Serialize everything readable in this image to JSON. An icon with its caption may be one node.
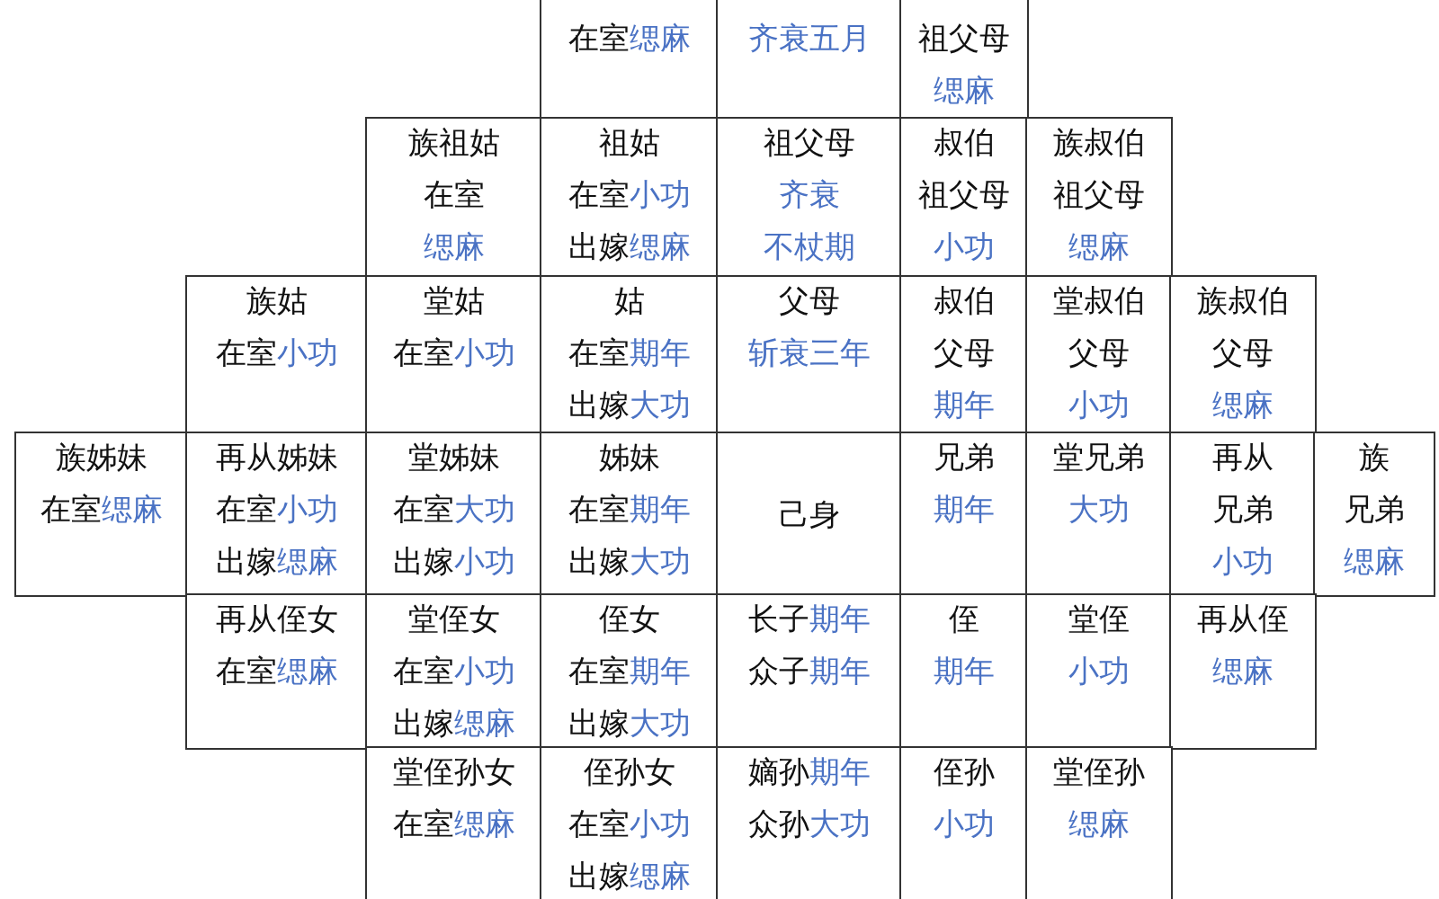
{
  "diagram": {
    "nodes": [
      {
        "text": [
          "在室",
          "缌麻"
        ]
      },
      {
        "text": [
          "齐衰五月"
        ]
      },
      {
        "text": [
          "祖父母",
          "缌麻"
        ]
      },
      {
        "text": [
          "族祖姑",
          "在室",
          "缌麻"
        ]
      },
      {
        "text": [
          "祖姑",
          "在室",
          "小功",
          "出嫁",
          "缌麻"
        ]
      },
      {
        "text": [
          "祖父母",
          "齐衰",
          "不杖期"
        ]
      },
      {
        "text": [
          "叔伯",
          "祖父母",
          "小功"
        ]
      },
      {
        "text": [
          "族叔伯",
          "祖父母",
          "缌麻"
        ]
      },
      {
        "text": [
          "族姑",
          "在室",
          "小功"
        ]
      },
      {
        "text": [
          "堂姑",
          "在室",
          "小功"
        ]
      },
      {
        "text": [
          "姑",
          "在室",
          "期年",
          "出嫁",
          "大功"
        ]
      },
      {
        "text": [
          "父母",
          "斩衰三年"
        ]
      },
      {
        "text": [
          "叔伯",
          "父母",
          "期年"
        ]
      },
      {
        "text": [
          "堂叔伯",
          "父母",
          "小功"
        ]
      },
      {
        "text": [
          "族叔伯",
          "父母",
          "缌麻"
        ]
      },
      {
        "text": [
          "族姊妹",
          "在室",
          "缌麻"
        ]
      },
      {
        "text": [
          "再从姊妹",
          "在室",
          "小功",
          "出嫁",
          "缌麻"
        ]
      },
      {
        "text": [
          "堂姊妹",
          "在室",
          "大功",
          "出嫁",
          "小功"
        ]
      },
      {
        "text": [
          "姊妹",
          "在室",
          "期年",
          "出嫁",
          "大功"
        ]
      },
      {
        "text": [
          "己身"
        ]
      },
      {
        "text": [
          "兄弟",
          "期年"
        ]
      },
      {
        "text": [
          "堂兄弟",
          "大功"
        ]
      },
      {
        "text": [
          "再从",
          "兄弟",
          "小功"
        ]
      },
      {
        "text": [
          "族",
          "兄弟",
          "缌麻"
        ]
      },
      {
        "text": [
          "再从侄女",
          "在室",
          "缌麻"
        ]
      },
      {
        "text": [
          "堂侄女",
          "在室",
          "小功",
          "出嫁",
          "缌麻"
        ]
      },
      {
        "text": [
          "侄女",
          "在室",
          "期年",
          "出嫁",
          "大功"
        ]
      },
      {
        "text": [
          "长子",
          "期年",
          "众子",
          "期年"
        ]
      },
      {
        "text": [
          "侄",
          "期年"
        ]
      },
      {
        "text": [
          "堂侄",
          "小功"
        ]
      },
      {
        "text": [
          "再从侄",
          "缌麻"
        ]
      },
      {
        "text": [
          "堂侄孙女",
          "在室",
          "缌麻"
        ]
      },
      {
        "text": [
          "侄孙女",
          "在室",
          "小功",
          "出嫁",
          "缌麻"
        ]
      },
      {
        "text": [
          "嫡孙",
          "期年",
          "众孙",
          "大功"
        ]
      },
      {
        "text": [
          "侄孙",
          "小功"
        ]
      },
      {
        "text": [
          "堂侄孙",
          "缌麻"
        ]
      }
    ]
  }
}
